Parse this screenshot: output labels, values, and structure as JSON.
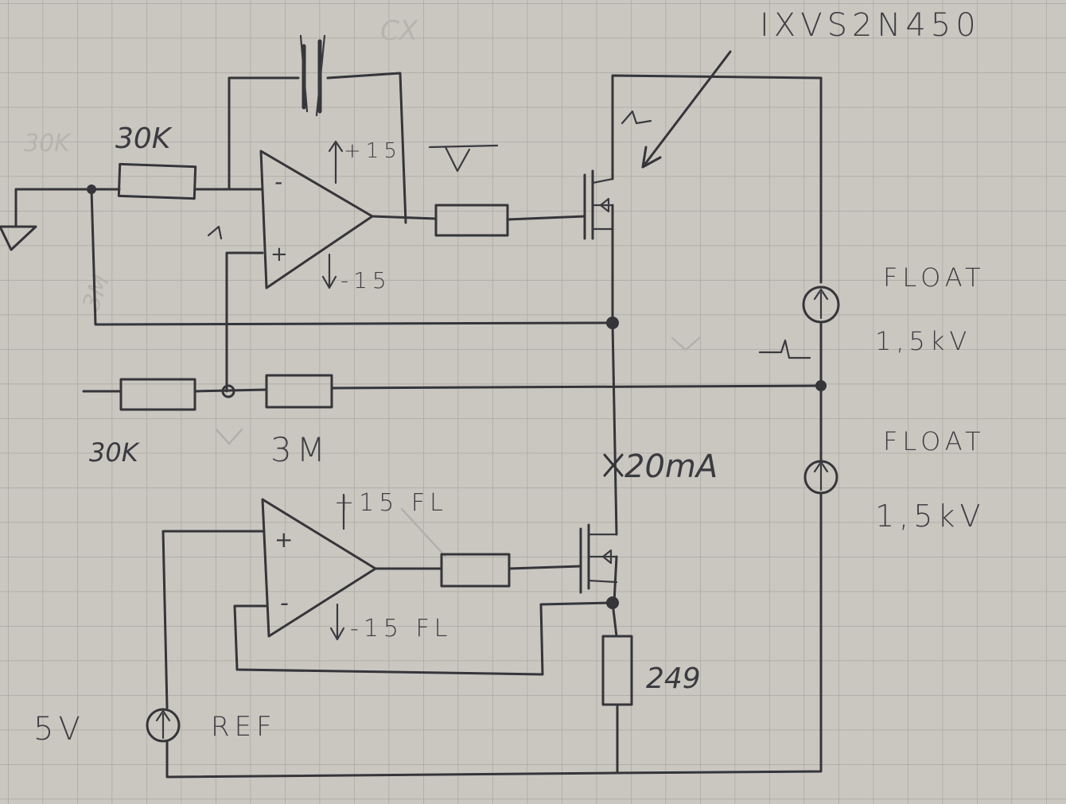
{
  "labels": {
    "part_number": "IXVS2N450",
    "input_resistor": "30K",
    "lower_left_resistor": "30K",
    "lower_right_resistor": "3M",
    "current": "20mA",
    "sense_resistor": "249",
    "top_opamp_pos_supply": "+15",
    "top_opamp_neg_supply": "-15",
    "bottom_opamp_pos_supply": "+15 FL",
    "bottom_opamp_neg_supply": "-15 FL",
    "top_source_label": "FLOAT",
    "top_source_voltage": "1,5kV",
    "bottom_source_label": "FLOAT",
    "bottom_source_voltage": "1,5kV",
    "ref_voltage": "5V",
    "ref_label": "REF",
    "opamp_minus": "-",
    "opamp_plus": "+"
  },
  "ghost_marks": {
    "top_left": "30K",
    "top_center": "CX",
    "left_mid": "3M"
  },
  "colors": {
    "paper": "#c9c7c0",
    "grid": "#a9a7a1",
    "ink": "#35353a"
  }
}
